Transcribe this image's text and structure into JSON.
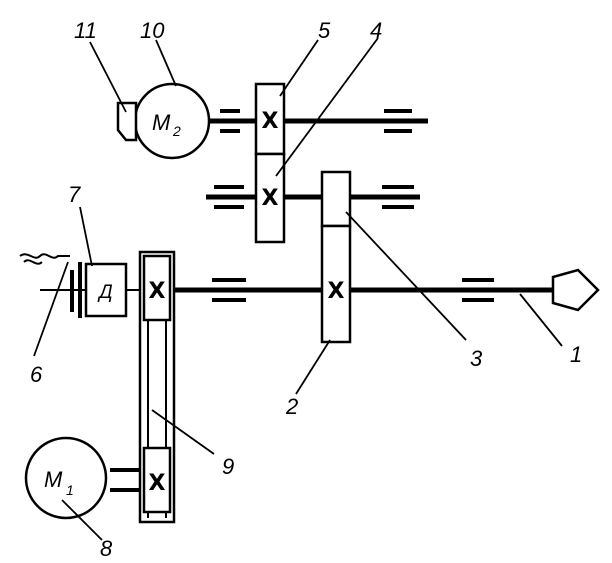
{
  "labels": {
    "n1": "1",
    "n2": "2",
    "n3": "3",
    "n4": "4",
    "n5": "5",
    "n6": "6",
    "n7": "7",
    "n8": "8",
    "n9": "9",
    "n10": "10",
    "n11": "11"
  },
  "motors": {
    "m1": {
      "letter": "M",
      "sub": "1"
    },
    "m2": {
      "letter": "M",
      "sub": "2"
    }
  },
  "coupling": {
    "letter": "Д"
  },
  "gear_mark": "X"
}
